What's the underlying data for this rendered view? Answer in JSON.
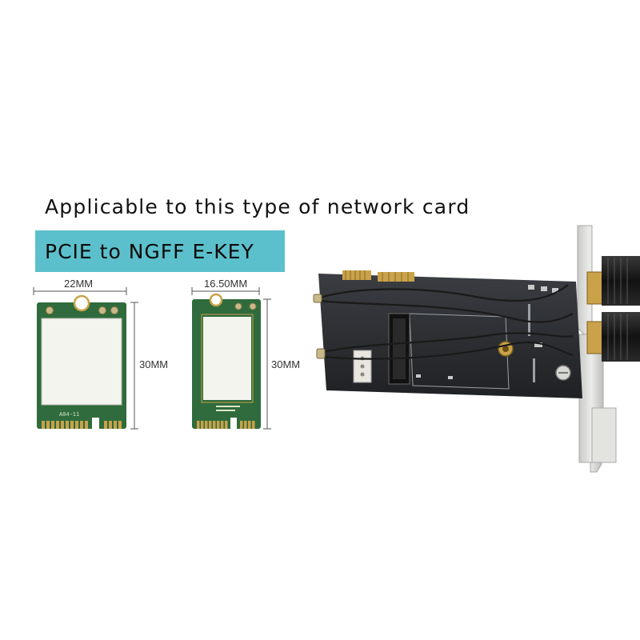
{
  "headline": "Applicable to this type of network card",
  "banner": {
    "text": "PCIE to NGFF E-KEY",
    "color": "#5cc0cc"
  },
  "card_a": {
    "width_label": "22MM",
    "height_label": "30MM",
    "silkscreen": "A04-11"
  },
  "card_b": {
    "width_label": "16.50MM",
    "height_label": "30MM"
  },
  "colors": {
    "pcb_green": "#2f6b3c",
    "shield": "#f4f4ef",
    "gold": "#c9a24a",
    "adapter_board": "#2b2d31",
    "bracket": "#d9d9d6"
  }
}
